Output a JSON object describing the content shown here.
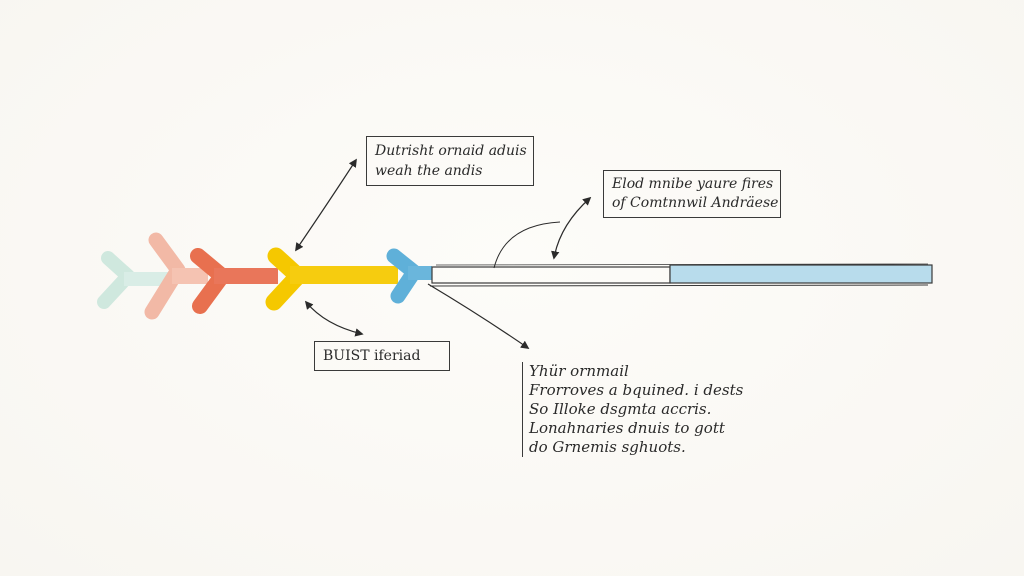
{
  "notes": {
    "top": [
      "Dutrisht ornaid aduis",
      "weah the andis"
    ],
    "right": [
      "Elod mnibe yaure fires",
      "of Comtnnwil Andräese"
    ],
    "bottom": "BUIST iferiad",
    "paragraph": [
      "Yhür ornmail",
      "Frorroves a bquined. i dests",
      "So Illoke dsgmta accris.",
      "Lonahnaries dnuis to gott",
      "do Grnemis sghuots."
    ]
  },
  "colors": {
    "mint": "#cfe8de",
    "peach": "#f2b9a6",
    "coral": "#e8704f",
    "yellow": "#f5c800",
    "blue": "#5fb0d9",
    "bar_fill": "#b8dcec",
    "ink": "#2b2b2b"
  },
  "icons": [
    "chevron-arrow-icon"
  ]
}
